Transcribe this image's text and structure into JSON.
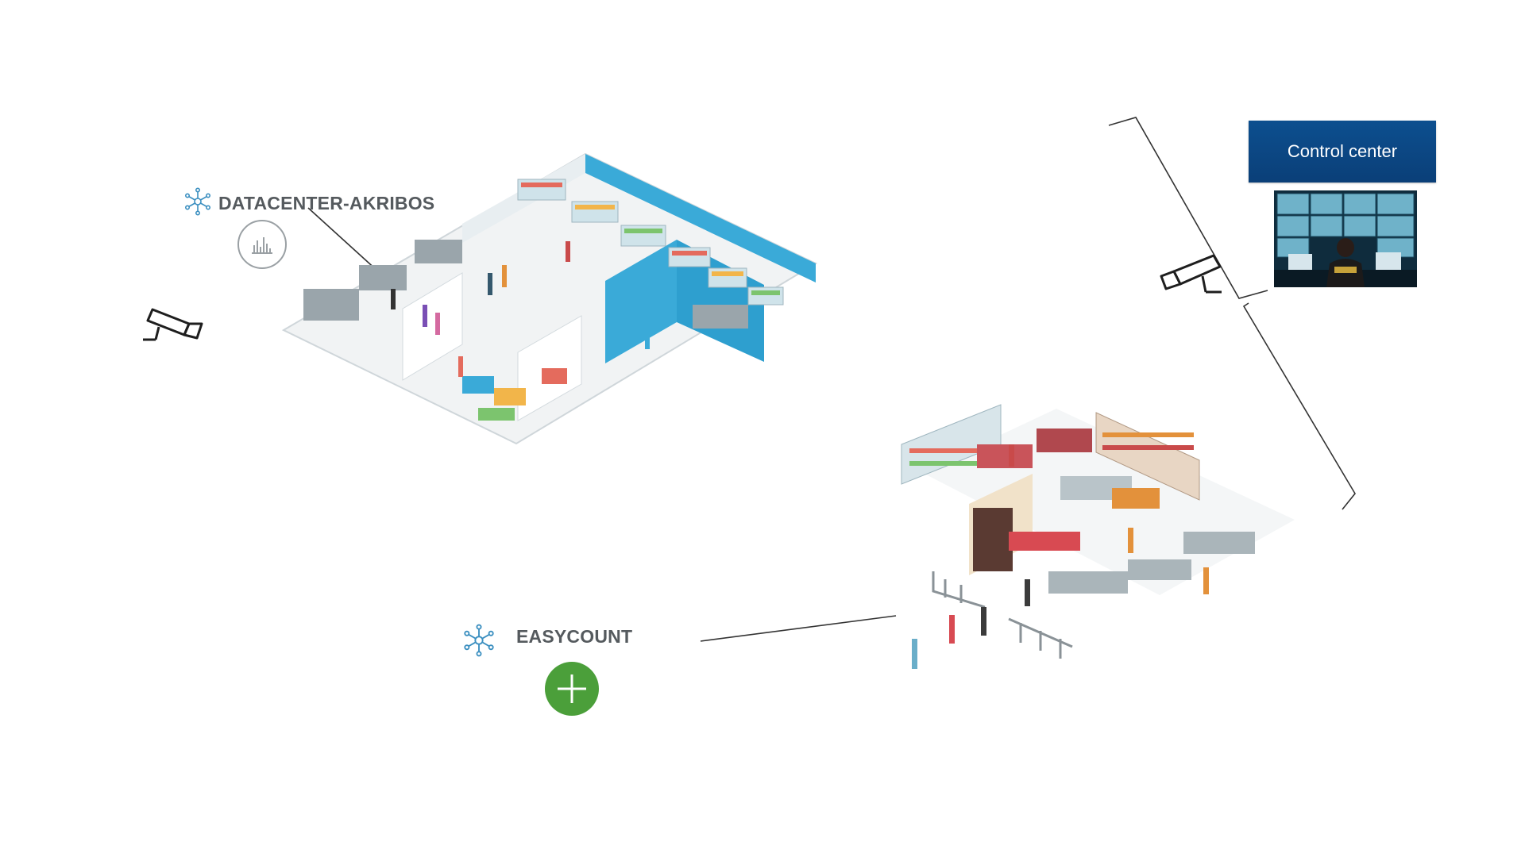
{
  "nodes": {
    "datacenter": {
      "label": "DATACENTER-AKRIBOS"
    },
    "easycount": {
      "label": "EASYCOUNT"
    },
    "control_center": {
      "label": "Control center"
    }
  },
  "icons": {
    "hub": "network-hub-icon",
    "chart": "bar-chart-icon",
    "add": "plus-icon",
    "camera": "security-camera-icon"
  },
  "colors": {
    "label_text": "#555a5e",
    "store_accent": "#3aaad8",
    "add_button": "#4b9f3a",
    "control_center": "#0d4f8f",
    "hub_icon": "#3b8fc0"
  }
}
